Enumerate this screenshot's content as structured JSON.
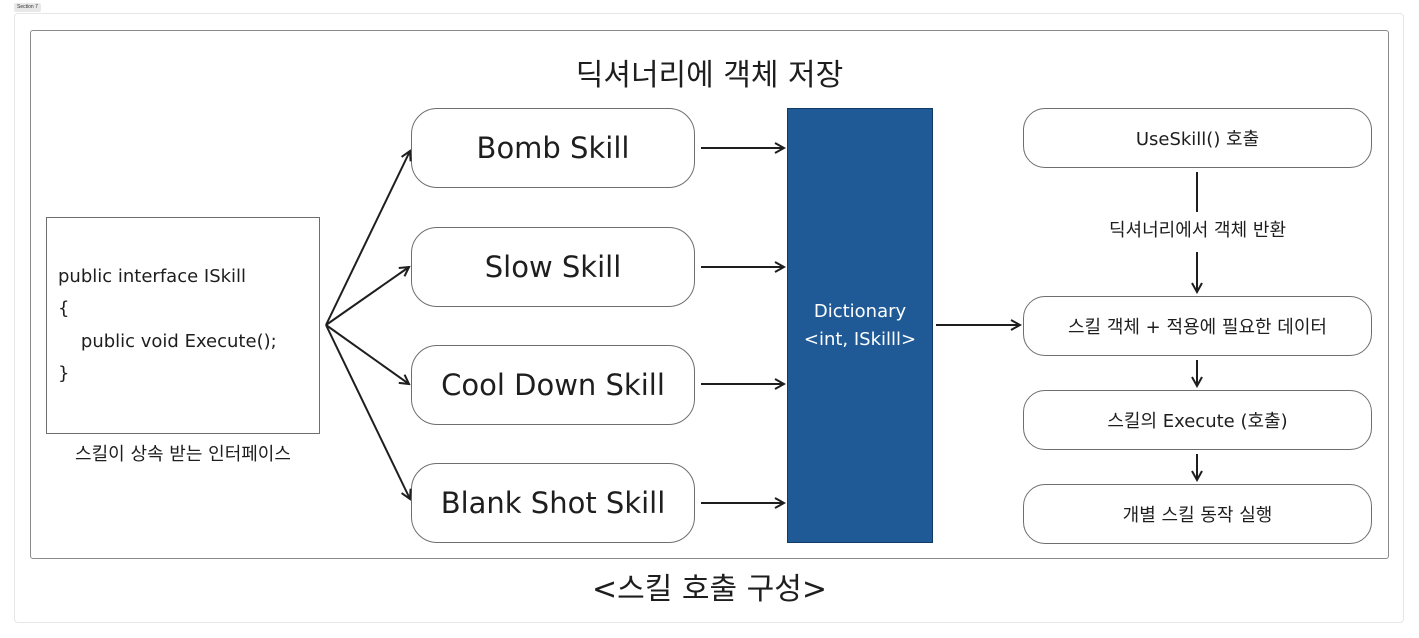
{
  "section_tag": "Section 7",
  "title": "딕셔너리에 객체 저장",
  "caption": "<스킬 호출 구성>",
  "interface": {
    "lines": [
      "public interface ISkill",
      "{",
      "    public void Execute();",
      "}"
    ],
    "label": "스킬이 상속 받는 인터페이스"
  },
  "skills": [
    "Bomb Skill",
    "Slow Skill",
    "Cool Down Skill",
    "Blank Shot Skill"
  ],
  "dictionary": {
    "line1": "Dictionary",
    "line2": "<int, ISkilll>",
    "color": "#1f5a97"
  },
  "flow": {
    "steps": [
      "UseSkill() 호출",
      "스킬 객체 + 적용에 필요한 데이터",
      "스킬의 Execute (호출)",
      "개별 스킬 동작 실행"
    ],
    "note": "딕셔너리에서 객체 반환"
  }
}
